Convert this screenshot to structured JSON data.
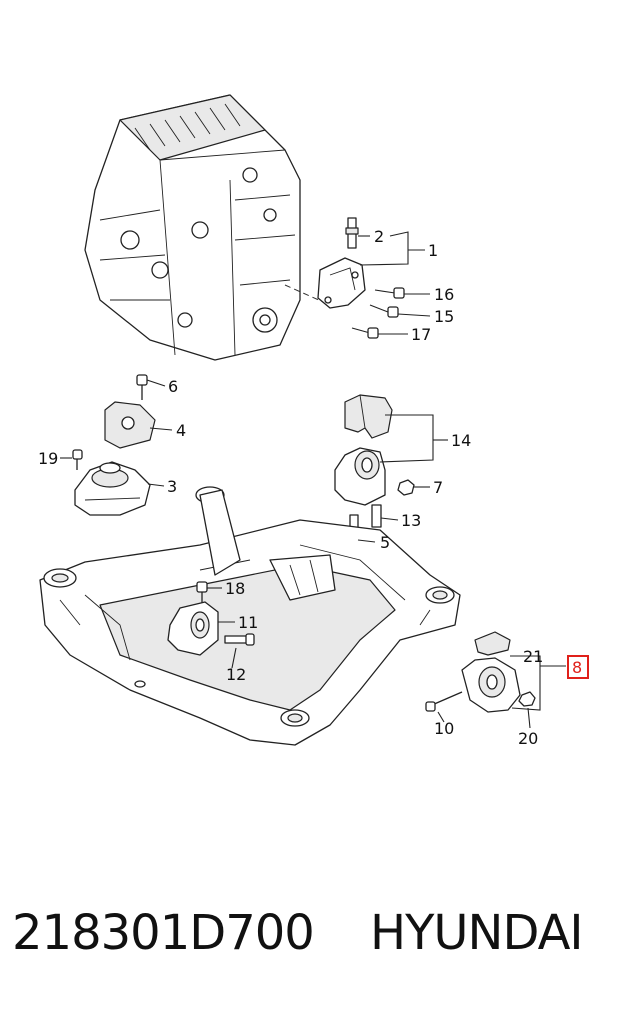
{
  "diagram": {
    "callouts": {
      "c1": "1",
      "c2": "2",
      "c3": "3",
      "c4": "4",
      "c5": "5",
      "c6": "6",
      "c7": "7",
      "c8": "8",
      "c10": "10",
      "c11": "11",
      "c12": "12",
      "c13": "13",
      "c14": "14",
      "c15": "15",
      "c16": "16",
      "c17": "17",
      "c18": "18",
      "c19": "19",
      "c20": "20",
      "c21": "21"
    },
    "highlight_color": "#e0201a"
  },
  "footer": {
    "part_number": "218301D700",
    "brand": "HYUNDAI"
  }
}
